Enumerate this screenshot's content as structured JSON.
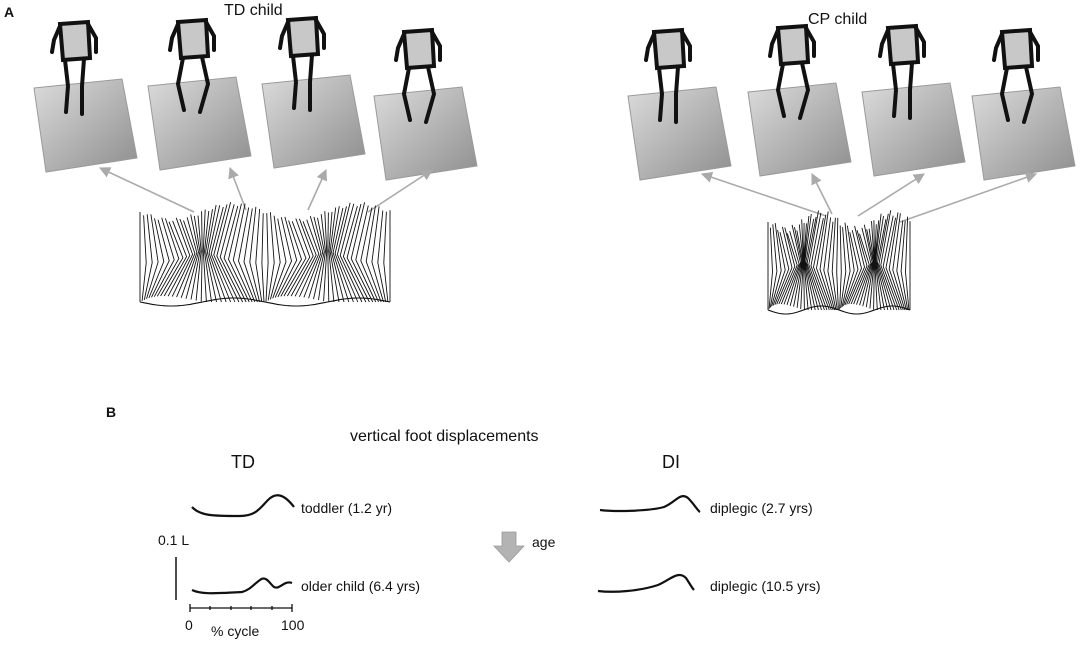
{
  "panel_a": {
    "letter": "A",
    "left_title": "TD child",
    "right_title": "CP child"
  },
  "panel_b": {
    "letter": "B",
    "title": "vertical foot displacements",
    "group_left": "TD",
    "group_right": "DI",
    "scale_label": "0.1 L",
    "age_label": "age",
    "axis": {
      "min_label": "0",
      "max_label": "100",
      "label": "% cycle"
    },
    "traces": [
      {
        "label": "toddler (1.2 yr)"
      },
      {
        "label": "older child (6.4 yrs)"
      },
      {
        "label": "diplegic (2.7 yrs)"
      },
      {
        "label": "diplegic (10.5 yrs)"
      }
    ]
  },
  "colors": {
    "stroke": "#111111",
    "arrow": "#aaaaaa",
    "age_arrow": "#b0b0b0"
  }
}
